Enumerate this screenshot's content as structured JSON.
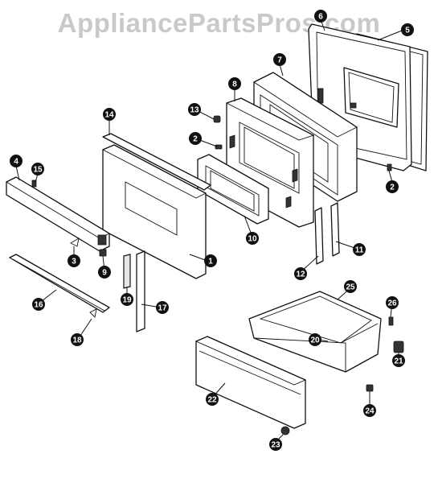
{
  "watermark": "AppliancePartsPros.com",
  "colors": {
    "ink": "#111111",
    "watermark": "#c9c9c9",
    "background": "#ffffff"
  },
  "parts": [
    {
      "id": "p1",
      "label": "1"
    },
    {
      "id": "p2a",
      "label": "2"
    },
    {
      "id": "p2b",
      "label": "2"
    },
    {
      "id": "p3",
      "label": "3"
    },
    {
      "id": "p4",
      "label": "4"
    },
    {
      "id": "p5",
      "label": "5"
    },
    {
      "id": "p6",
      "label": "6"
    },
    {
      "id": "p7",
      "label": "7"
    },
    {
      "id": "p8",
      "label": "8"
    },
    {
      "id": "p9",
      "label": "9"
    },
    {
      "id": "p10",
      "label": "10"
    },
    {
      "id": "p11",
      "label": "11"
    },
    {
      "id": "p12",
      "label": "12"
    },
    {
      "id": "p13",
      "label": "13"
    },
    {
      "id": "p14",
      "label": "14"
    },
    {
      "id": "p15",
      "label": "15"
    },
    {
      "id": "p16",
      "label": "16"
    },
    {
      "id": "p17",
      "label": "17"
    },
    {
      "id": "p18",
      "label": "18"
    },
    {
      "id": "p19",
      "label": "19"
    },
    {
      "id": "p20",
      "label": "20"
    },
    {
      "id": "p21",
      "label": "21"
    },
    {
      "id": "p22",
      "label": "22"
    },
    {
      "id": "p23",
      "label": "23"
    },
    {
      "id": "p24",
      "label": "24"
    },
    {
      "id": "p25",
      "label": "25"
    },
    {
      "id": "p26",
      "label": "26"
    }
  ]
}
